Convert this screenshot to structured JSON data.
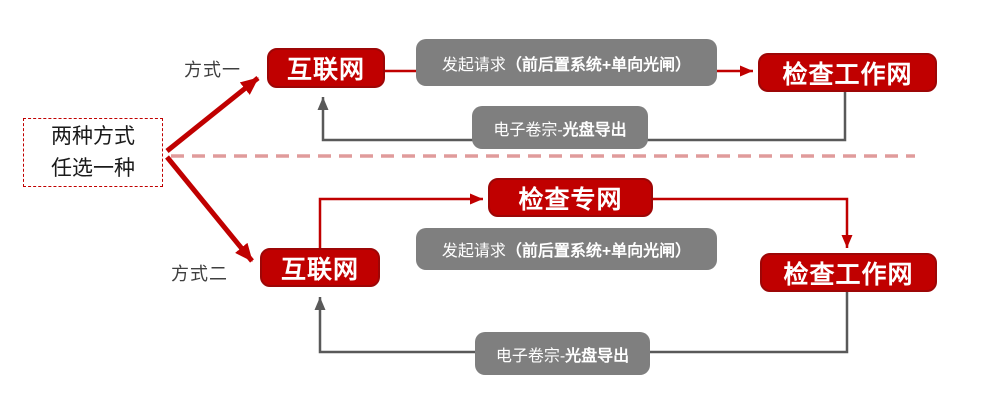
{
  "title_box": {
    "line1": "两种方式",
    "line2": "任选一种"
  },
  "branch_labels": {
    "method1": "方式一",
    "method2": "方式二"
  },
  "top_flow": {
    "internet": "互联网",
    "request_prefix": "发起请求",
    "request_bold": "（前后置系统+单向光闸）",
    "worknet": "检查工作网",
    "export_prefix": "电子卷宗-",
    "export_bold": "光盘导出"
  },
  "bottom_flow": {
    "internet": "互联网",
    "specialnet": "检查专网",
    "request_prefix": "发起请求",
    "request_bold": "（前后置系统+单向光闸）",
    "worknet": "检查工作网",
    "export_prefix": "电子卷宗-",
    "export_bold": "光盘导出"
  },
  "colors": {
    "node_red": "#C00000",
    "node_gray": "#7F7F7F",
    "connector_red": "#C00000",
    "connector_gray": "#595959",
    "divider_pink": "#E09B9B",
    "label_text": "#3F3F3F"
  }
}
